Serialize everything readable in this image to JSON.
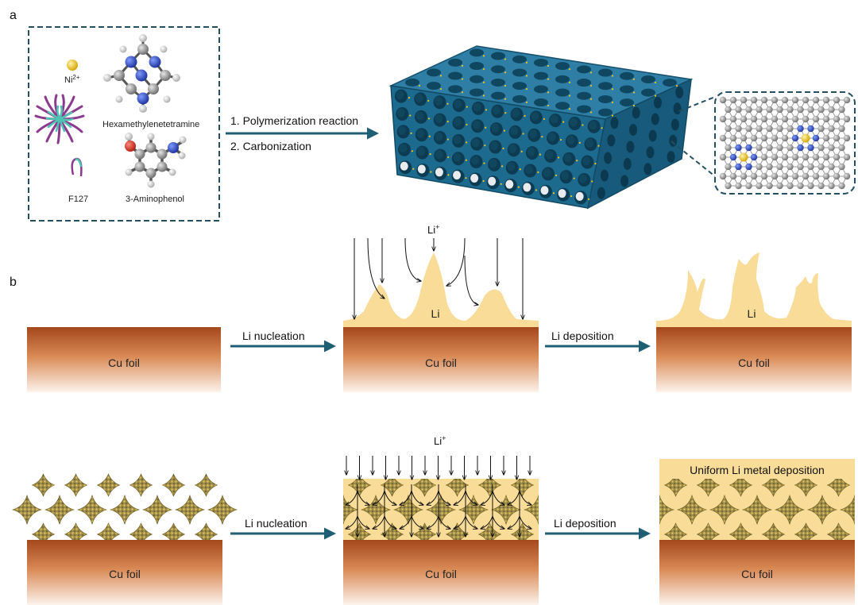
{
  "panel_a": {
    "label": "a",
    "ni_label": "Ni",
    "ni_sup": "2+",
    "hmt_label": "Hexamethylenetetramine",
    "f127_label": "F127",
    "aminophenol_label": "3-Aminophenol",
    "step1": "1. Polymerization reaction",
    "step2": "2. Carbonization"
  },
  "panel_b": {
    "label": "b",
    "foil_label": "Cu foil",
    "li_ion": "Li",
    "li_ion_sup": "+",
    "li_label": "Li",
    "nucleation": "Li nucleation",
    "deposition": "Li deposition",
    "uniform_label": "Uniform Li metal deposition"
  },
  "colors": {
    "teal_arrow": "#1f5f73",
    "li_yellow": "#f8dc98",
    "cu_top": "#a4471c",
    "cu_bottom": "#fdf3ec",
    "framework_blue": "#1d6a8f",
    "carbon_gray": "#8e8e8e",
    "nitrogen_blue": "#2745b8",
    "nickel_gold": "#f0c419",
    "particle_olive": "#8a7a3c"
  }
}
